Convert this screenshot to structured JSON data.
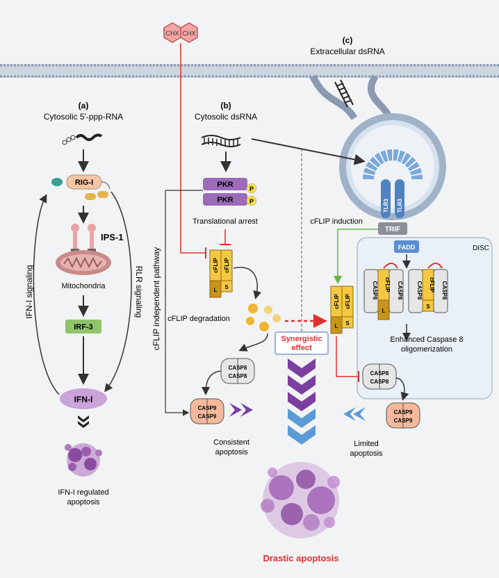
{
  "chx": {
    "label": "CHX"
  },
  "panel_a": {
    "letter": "(a)",
    "title": "Cytosolic 5'-ppp-RNA",
    "rig": "RIG-I",
    "ips": "IPS-1",
    "mito": "Mitochondria",
    "irf": "IRF-3",
    "ifn": "IFN-I",
    "ifn_signaling": "IFN-I signaling",
    "rlr_signaling": "RLR signaling",
    "result": [
      "IFN-I regulated",
      "apoptosis"
    ]
  },
  "panel_b": {
    "letter": "(b)",
    "title": "Cytosolic dsRNA",
    "pkr": "PKR",
    "p": "P",
    "arrest": "Translational arrest",
    "cflip": "cFLIP",
    "s": "S",
    "l": "L",
    "degradation": "cFLIP degradation",
    "independent": "cFLIP independent pathway",
    "casp8": "CASP8",
    "casp9": "CASP9",
    "result": [
      "Consistent",
      "apoptosis"
    ]
  },
  "panel_c": {
    "letter": "(c)",
    "title": "Extracellular dsRNA",
    "tlr": "TLR3",
    "trif": "TRIF",
    "fadd": "FADD",
    "disc": "DISC",
    "induction": "cFLIP induction",
    "enhanced": [
      "Enhanced Caspase 8",
      "oligomerization"
    ],
    "result": [
      "Limited",
      "apoptosis"
    ]
  },
  "synergy": [
    "Synergistic",
    "effect"
  ],
  "final": "Drastic apoptosis",
  "colors": {
    "red": "#e03030",
    "green": "#6ab04c",
    "purple": "#7b3fa0",
    "blue": "#5b9bd5",
    "cflip": "#f5c842",
    "casp9": "#f4b89a"
  }
}
